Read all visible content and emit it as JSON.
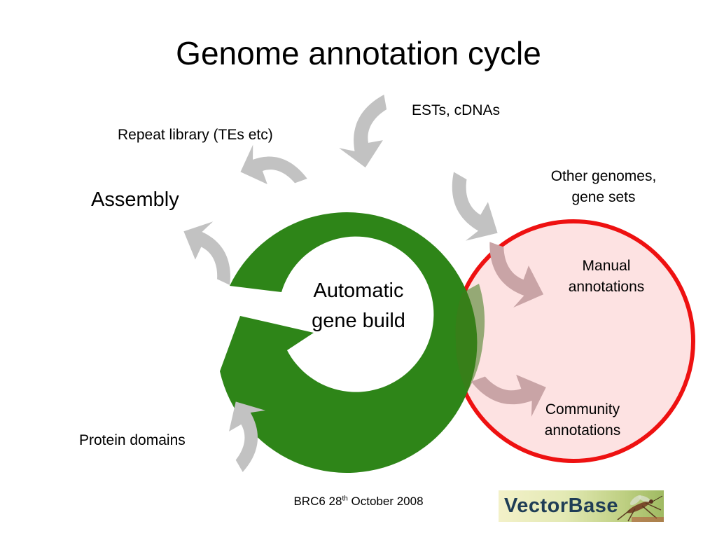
{
  "title": "Genome annotation cycle",
  "center_label": [
    "Automatic",
    "gene build"
  ],
  "inputs": {
    "assembly": "Assembly",
    "repeat_library": "Repeat library (TEs etc)",
    "ests": "ESTs, cDNAs",
    "other_genomes": [
      "Other genomes,",
      "gene sets"
    ],
    "manual": [
      "Manual",
      "annotations"
    ],
    "community": [
      "Community",
      "annotations"
    ],
    "protein_domains": "Protein domains"
  },
  "footer": {
    "prefix": "BRC6 28",
    "sup": "th",
    "suffix": " October 2008"
  },
  "logo": {
    "text": "VectorBase"
  },
  "colors": {
    "cycle": "#2e8518",
    "arrow_grey": "#c2c2c2",
    "arrow_pink": "#c9a4a6",
    "highlight_stroke": "#ee1111",
    "highlight_fill": "#fde2e2"
  }
}
